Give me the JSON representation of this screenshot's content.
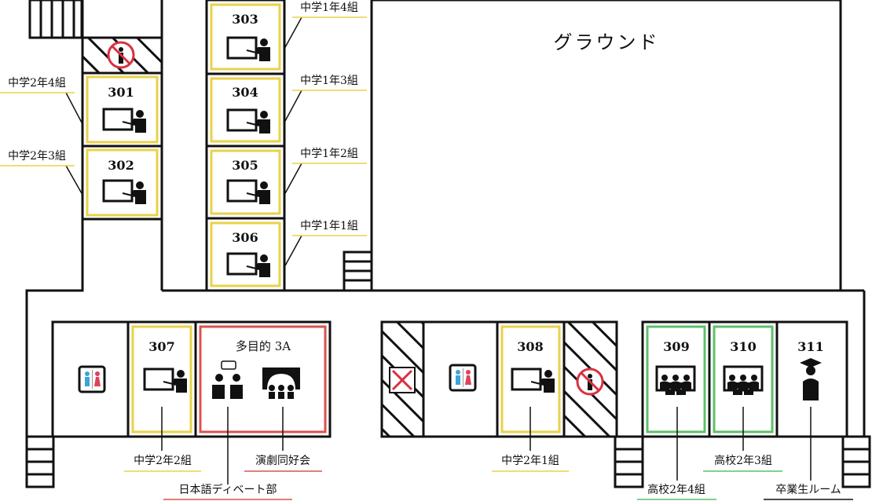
{
  "title": "グラウンド",
  "colors": {
    "wall": "#111111",
    "middle_school": "#e8d24a",
    "high_school": "#5cc06a",
    "multipurpose": "#d9534f",
    "hatch": "#111111",
    "restroom_male": "#3aa5d8",
    "restroom_female": "#e0415a",
    "no_entry": "#d9303f"
  },
  "rooms": {
    "r301": {
      "number": "301",
      "label": "中学2年4組",
      "category": "middle_school",
      "icon": "teacher-blackboard-icon"
    },
    "r302": {
      "number": "302",
      "label": "中学2年3組",
      "category": "middle_school",
      "icon": "teacher-blackboard-icon"
    },
    "r303": {
      "number": "303",
      "label": "中学1年4組",
      "category": "middle_school",
      "icon": "teacher-blackboard-icon"
    },
    "r304": {
      "number": "304",
      "label": "中学1年3組",
      "category": "middle_school",
      "icon": "teacher-blackboard-icon"
    },
    "r305": {
      "number": "305",
      "label": "中学1年2組",
      "category": "middle_school",
      "icon": "teacher-blackboard-icon"
    },
    "r306": {
      "number": "306",
      "label": "中学1年1組",
      "category": "middle_school",
      "icon": "teacher-blackboard-icon"
    },
    "r307": {
      "number": "307",
      "label": "中学2年2組",
      "category": "middle_school",
      "icon": "teacher-blackboard-icon"
    },
    "r308": {
      "number": "308",
      "label": "中学2年1組",
      "category": "middle_school",
      "icon": "teacher-blackboard-icon"
    },
    "r309": {
      "number": "309",
      "label": "高校2年4組",
      "category": "high_school",
      "icon": "audience-screen-icon"
    },
    "r310": {
      "number": "310",
      "label": "高校2年3組",
      "category": "high_school",
      "icon": "audience-screen-icon"
    },
    "r311": {
      "number": "311",
      "label": "卒業生ルーム",
      "category": "alumni",
      "icon": "graduate-icon"
    },
    "multipurpose": {
      "number": "多目的 3A",
      "label_left": "日本語ディベート部",
      "label_right": "演劇同好会",
      "category": "multipurpose",
      "icon_left": "debate-icon",
      "icon_right": "theater-stage-icon"
    }
  },
  "icons": {
    "restroom": "restroom-icon",
    "elevator_closed": "elevator-closed-icon",
    "no_entry": "no-entry-icon",
    "stairs": "stairs-icon"
  }
}
